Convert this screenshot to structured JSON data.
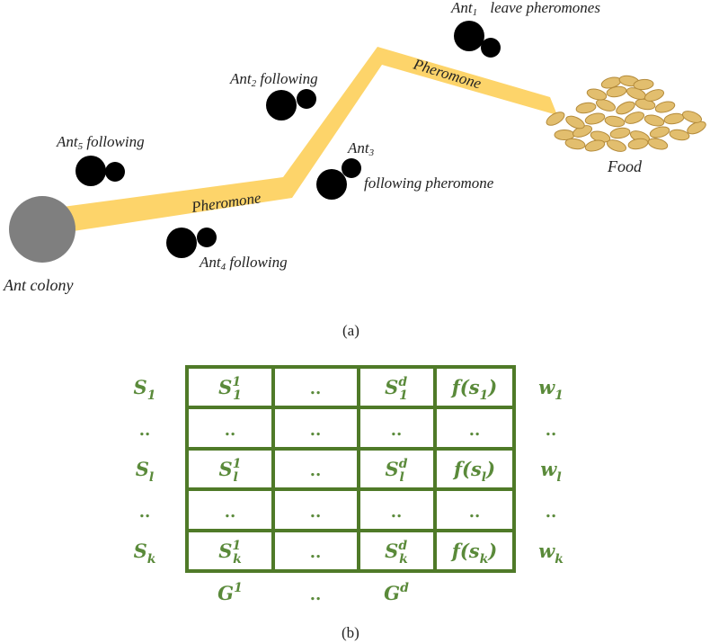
{
  "panel_a": {
    "caption": "(a)",
    "colony_label": "Ant colony",
    "food_label": "Food",
    "pheromone_label_1": "Pheromone",
    "pheromone_label_2": "Pheromone",
    "ants": [
      {
        "name": "Ant",
        "sub": "1",
        "text": " leave pheromones"
      },
      {
        "name": "Ant",
        "sub": "2",
        "text": " following"
      },
      {
        "name": "Ant",
        "sub": "3",
        "text": ""
      },
      {
        "name": "Ant",
        "sub": "4",
        "text": " following"
      },
      {
        "name": "Ant",
        "sub": "5",
        "text": " following"
      }
    ],
    "ant3_line2": "following pheromone",
    "colors": {
      "trail": "#fdd46a",
      "colony": "#7f7f7f",
      "ant": "#000000",
      "food": "#e2be6e"
    }
  },
  "panel_b": {
    "caption": "(b)",
    "rows": [
      {
        "left": "S",
        "left_sub": "1",
        "cells": [
          [
            "S",
            "1",
            "1"
          ],
          [
            "..",
            "",
            ""
          ],
          [
            "S",
            "1",
            "d"
          ],
          [
            "f(s",
            "1",
            ")"
          ]
        ],
        "right": "w",
        "right_sub": "1"
      },
      {
        "left": "..",
        "left_sub": "",
        "cells": [
          [
            "..",
            "",
            ""
          ],
          [
            "..",
            "",
            ""
          ],
          [
            "..",
            "",
            ""
          ],
          [
            "..",
            "",
            ""
          ]
        ],
        "right": "..",
        "right_sub": ""
      },
      {
        "left": "S",
        "left_sub": "l",
        "cells": [
          [
            "S",
            "l",
            "1"
          ],
          [
            "..",
            "",
            ""
          ],
          [
            "S",
            "l",
            "d"
          ],
          [
            "f(s",
            "l",
            ")"
          ]
        ],
        "right": "w",
        "right_sub": "l"
      },
      {
        "left": "..",
        "left_sub": "",
        "cells": [
          [
            "..",
            "",
            ""
          ],
          [
            "..",
            "",
            ""
          ],
          [
            "..",
            "",
            ""
          ],
          [
            "..",
            "",
            ""
          ]
        ],
        "right": "..",
        "right_sub": ""
      },
      {
        "left": "S",
        "left_sub": "k",
        "cells": [
          [
            "S",
            "k",
            "1"
          ],
          [
            "..",
            "",
            ""
          ],
          [
            "S",
            "k",
            "d"
          ],
          [
            "f(s",
            "k",
            ")"
          ]
        ],
        "right": "w",
        "right_sub": "k"
      }
    ],
    "bottom": [
      {
        "base": "G",
        "sup": "1"
      },
      {
        "base": "..",
        "sup": ""
      },
      {
        "base": "G",
        "sup": "d"
      }
    ],
    "colors": {
      "grid": "#4f7a28",
      "text": "#5a8a3a"
    }
  }
}
